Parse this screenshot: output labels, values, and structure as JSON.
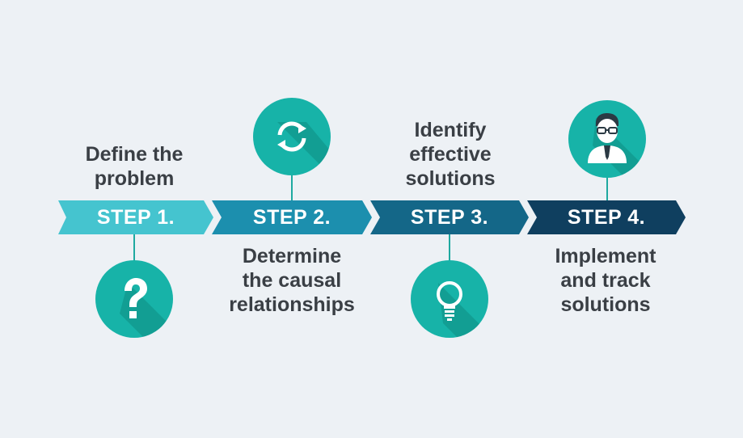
{
  "colors": {
    "background": "#edf1f5",
    "step1": "#45c4cf",
    "step2": "#1c8fae",
    "step3": "#146788",
    "step4": "#0f3f5f",
    "icon_circle": "#17b3a8",
    "icon_shadow": "#0f8f86",
    "text": "#3a3f45"
  },
  "steps": [
    {
      "label": "STEP 1.",
      "caption": "Define the\nproblem",
      "icon": "question-mark-icon"
    },
    {
      "label": "STEP 2.",
      "caption": "Determine\nthe causal\nrelationships",
      "icon": "refresh-cycle-icon"
    },
    {
      "label": "STEP 3.",
      "caption": "Identify\neffective\nsolutions",
      "icon": "light-bulb-icon"
    },
    {
      "label": "STEP 4.",
      "caption": "Implement\nand track\nsolutions",
      "icon": "businessman-icon"
    }
  ]
}
